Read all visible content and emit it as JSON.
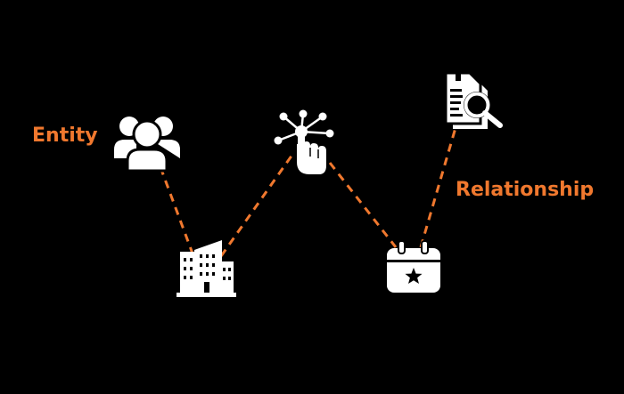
{
  "diagram": {
    "labels": {
      "entity": "Entity",
      "relationship": "Relationship"
    },
    "nodes": [
      {
        "id": "people",
        "icon": "people-group-icon"
      },
      {
        "id": "building",
        "icon": "office-building-icon"
      },
      {
        "id": "network",
        "icon": "hand-network-icon"
      },
      {
        "id": "calendar",
        "icon": "calendar-star-icon"
      },
      {
        "id": "document",
        "icon": "document-search-icon"
      }
    ],
    "edges": [
      {
        "from": "people",
        "to": "building"
      },
      {
        "from": "building",
        "to": "network"
      },
      {
        "from": "network",
        "to": "calendar"
      },
      {
        "from": "calendar",
        "to": "document"
      }
    ]
  },
  "colors": {
    "background": "#000000",
    "accent": "#F0782E",
    "icon": "#FFFFFF"
  }
}
